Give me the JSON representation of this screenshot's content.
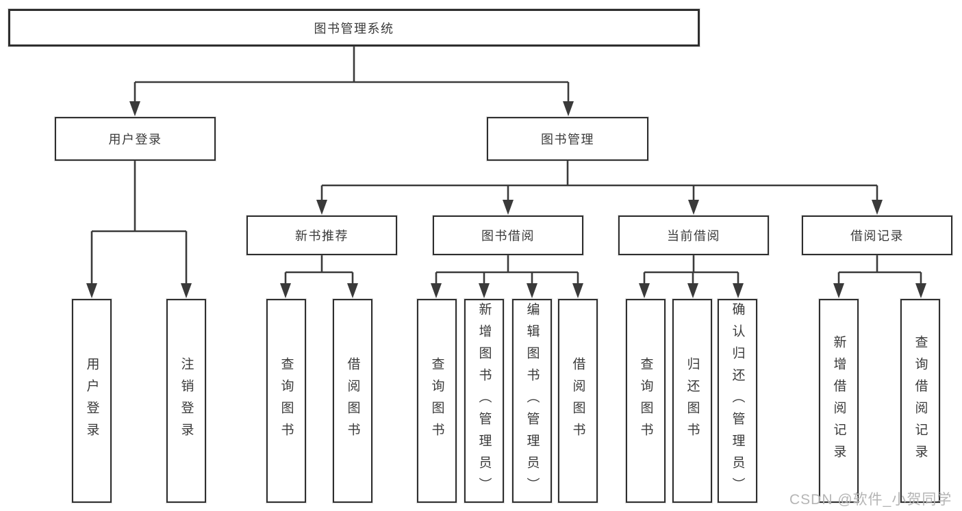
{
  "colors": {
    "background": "#ffffff",
    "line": "#3a3a3a",
    "box_border": "#2e2e2e",
    "text": "#3a3a3a",
    "watermark": "#b5b5b5"
  },
  "watermark": {
    "text": "CSDN @软件_小贺同学"
  },
  "tree": {
    "root": {
      "label": "图书管理系统",
      "children": [
        {
          "label": "用户登录",
          "children": [
            {
              "label": "用户登录"
            },
            {
              "label": "注销登录"
            }
          ]
        },
        {
          "label": "图书管理",
          "children": [
            {
              "label": "新书推荐",
              "children": [
                {
                  "label": "查询图书"
                },
                {
                  "label": "借阅图书"
                }
              ]
            },
            {
              "label": "图书借阅",
              "children": [
                {
                  "label": "查询图书"
                },
                {
                  "label": "新增图书（管理员）"
                },
                {
                  "label": "编辑图书（管理员）"
                },
                {
                  "label": "借阅图书"
                }
              ]
            },
            {
              "label": "当前借阅",
              "children": [
                {
                  "label": "查询图书"
                },
                {
                  "label": "归还图书"
                },
                {
                  "label": "确认归还（管理员）"
                }
              ]
            },
            {
              "label": "借阅记录",
              "children": [
                {
                  "label": "新增借阅记录"
                },
                {
                  "label": "查询借阅记录"
                }
              ]
            }
          ]
        }
      ]
    }
  }
}
